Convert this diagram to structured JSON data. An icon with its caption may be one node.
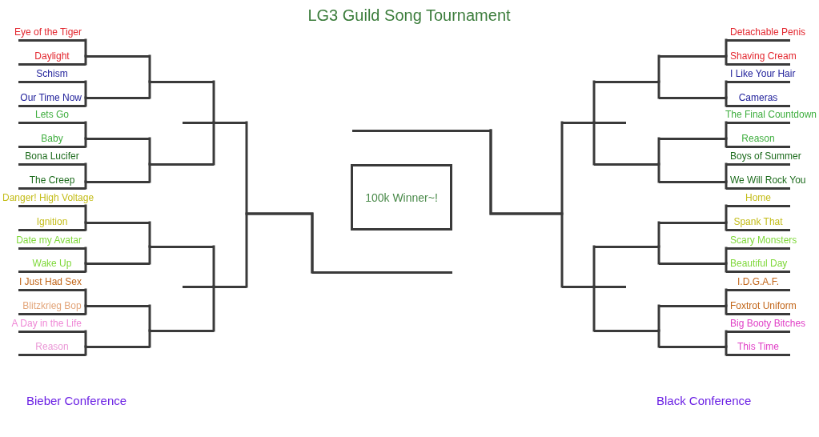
{
  "diagram": {
    "title": "LG3 Guild Song Tournament",
    "nodes": [
      {
        "text": [
          "Eye of the Tiger"
        ]
      },
      {
        "text": [
          "Daylight"
        ]
      },
      {
        "text": [
          "Schism"
        ]
      },
      {
        "text": [
          "Our Time Now"
        ]
      },
      {
        "text": [
          "Lets Go"
        ]
      },
      {
        "text": [
          "Baby"
        ]
      },
      {
        "text": [
          "Bona Lucifer"
        ]
      },
      {
        "text": [
          "The Creep"
        ]
      },
      {
        "text": [
          "Danger! High Voltage"
        ]
      },
      {
        "text": [
          "Ignition"
        ]
      },
      {
        "text": [
          "Date my Avatar"
        ]
      },
      {
        "text": [
          "Wake Up"
        ]
      },
      {
        "text": [
          "I Just Had Sex"
        ]
      },
      {
        "text": [
          "Blitzkrieg Bop"
        ]
      },
      {
        "text": [
          "A Day in the Life"
        ]
      },
      {
        "text": [
          "Reason"
        ]
      },
      {
        "text": [
          "Detachable Penis"
        ]
      },
      {
        "text": [
          "Shaving Cream"
        ]
      },
      {
        "text": [
          "I Like Your Hair"
        ]
      },
      {
        "text": [
          "Cameras"
        ]
      },
      {
        "text": [
          "The Final Countdown"
        ]
      },
      {
        "text": [
          "Reason"
        ]
      },
      {
        "text": [
          "Boys of Summer"
        ]
      },
      {
        "text": [
          "We Will Rock You"
        ]
      },
      {
        "text": [
          "Home"
        ]
      },
      {
        "text": [
          "Spank That"
        ]
      },
      {
        "text": [
          "Scary Monsters"
        ]
      },
      {
        "text": [
          "Beautiful Day"
        ]
      },
      {
        "text": [
          "I.D.G.A.F."
        ]
      },
      {
        "text": [
          "Foxtrot Uniform"
        ]
      },
      {
        "text": [
          "Big Booty Bitches"
        ]
      },
      {
        "text": [
          "This Time"
        ]
      },
      {
        "text": [],
        "shape": "line"
      },
      {
        "text": [],
        "shape": "line"
      },
      {
        "text": [],
        "shape": "line"
      },
      {
        "text": [],
        "shape": "line"
      },
      {
        "text": [],
        "shape": "line"
      },
      {
        "text": [],
        "shape": "line"
      },
      {
        "text": [],
        "shape": "line"
      },
      {
        "text": [],
        "shape": "line"
      },
      {
        "text": [],
        "shape": "line"
      },
      {
        "text": [],
        "shape": "line"
      },
      {
        "text": [],
        "shape": "line"
      },
      {
        "text": [],
        "shape": "line"
      },
      {
        "text": [],
        "shape": "line"
      },
      {
        "text": [],
        "shape": "line"
      },
      {
        "text": [],
        "shape": "line"
      },
      {
        "text": [],
        "shape": "line"
      },
      {
        "text": [],
        "shape": "line"
      },
      {
        "text": [],
        "shape": "line"
      },
      {
        "text": [],
        "shape": "line"
      },
      {
        "text": [],
        "shape": "line"
      },
      {
        "text": [],
        "shape": "line"
      },
      {
        "text": [],
        "shape": "line"
      },
      {
        "text": [],
        "shape": "line"
      },
      {
        "text": [],
        "shape": "line"
      },
      {
        "text": [],
        "shape": "line"
      },
      {
        "text": [],
        "shape": "line"
      },
      {
        "text": [],
        "shape": "line"
      },
      {
        "text": [],
        "shape": "line"
      },
      {
        "text": [],
        "shape": "line"
      },
      {
        "text": [],
        "shape": "line"
      },
      {
        "text": [
          "100k Winner~!"
        ]
      }
    ],
    "edges": [
      {
        "from": 0,
        "to": 32,
        "arrow": "none"
      },
      {
        "from": 1,
        "to": 32,
        "arrow": "none"
      },
      {
        "from": 2,
        "to": 33,
        "arrow": "none"
      },
      {
        "from": 3,
        "to": 33,
        "arrow": "none"
      },
      {
        "from": 4,
        "to": 34,
        "arrow": "none"
      },
      {
        "from": 5,
        "to": 34,
        "arrow": "none"
      },
      {
        "from": 6,
        "to": 35,
        "arrow": "none"
      },
      {
        "from": 7,
        "to": 35,
        "arrow": "none"
      },
      {
        "from": 8,
        "to": 36,
        "arrow": "none"
      },
      {
        "from": 9,
        "to": 36,
        "arrow": "none"
      },
      {
        "from": 10,
        "to": 37,
        "arrow": "none"
      },
      {
        "from": 11,
        "to": 37,
        "arrow": "none"
      },
      {
        "from": 12,
        "to": 38,
        "arrow": "none"
      },
      {
        "from": 13,
        "to": 38,
        "arrow": "none"
      },
      {
        "from": 14,
        "to": 39,
        "arrow": "none"
      },
      {
        "from": 15,
        "to": 39,
        "arrow": "none"
      },
      {
        "from": 32,
        "to": 40,
        "arrow": "none"
      },
      {
        "from": 33,
        "to": 40,
        "arrow": "none"
      },
      {
        "from": 34,
        "to": 41,
        "arrow": "none"
      },
      {
        "from": 35,
        "to": 41,
        "arrow": "none"
      },
      {
        "from": 36,
        "to": 42,
        "arrow": "none"
      },
      {
        "from": 37,
        "to": 42,
        "arrow": "none"
      },
      {
        "from": 38,
        "to": 43,
        "arrow": "none"
      },
      {
        "from": 39,
        "to": 43,
        "arrow": "none"
      },
      {
        "from": 40,
        "to": 44,
        "arrow": "none"
      },
      {
        "from": 41,
        "to": 44,
        "arrow": "none"
      },
      {
        "from": 42,
        "to": 45,
        "arrow": "none"
      },
      {
        "from": 43,
        "to": 45,
        "arrow": "none"
      },
      {
        "from": 44,
        "to": 46,
        "arrow": "none"
      },
      {
        "from": 45,
        "to": 46,
        "arrow": "none"
      },
      {
        "from": 16,
        "to": 47,
        "arrow": "none"
      },
      {
        "from": 17,
        "to": 47,
        "arrow": "none"
      },
      {
        "from": 18,
        "to": 48,
        "arrow": "none"
      },
      {
        "from": 19,
        "to": 48,
        "arrow": "none"
      },
      {
        "from": 20,
        "to": 49,
        "arrow": "none"
      },
      {
        "from": 21,
        "to": 49,
        "arrow": "none"
      },
      {
        "from": 22,
        "to": 50,
        "arrow": "none"
      },
      {
        "from": 23,
        "to": 50,
        "arrow": "none"
      },
      {
        "from": 24,
        "to": 51,
        "arrow": "none"
      },
      {
        "from": 25,
        "to": 51,
        "arrow": "none"
      },
      {
        "from": 26,
        "to": 52,
        "arrow": "none"
      },
      {
        "from": 27,
        "to": 52,
        "arrow": "none"
      },
      {
        "from": 28,
        "to": 53,
        "arrow": "none"
      },
      {
        "from": 29,
        "to": 53,
        "arrow": "none"
      },
      {
        "from": 30,
        "to": 54,
        "arrow": "none"
      },
      {
        "from": 31,
        "to": 54,
        "arrow": "none"
      },
      {
        "from": 47,
        "to": 55,
        "arrow": "none"
      },
      {
        "from": 48,
        "to": 55,
        "arrow": "none"
      },
      {
        "from": 49,
        "to": 56,
        "arrow": "none"
      },
      {
        "from": 50,
        "to": 56,
        "arrow": "none"
      },
      {
        "from": 51,
        "to": 57,
        "arrow": "none"
      },
      {
        "from": 52,
        "to": 57,
        "arrow": "none"
      },
      {
        "from": 53,
        "to": 58,
        "arrow": "none"
      },
      {
        "from": 54,
        "to": 58,
        "arrow": "none"
      },
      {
        "from": 55,
        "to": 59,
        "arrow": "none"
      },
      {
        "from": 56,
        "to": 59,
        "arrow": "none"
      },
      {
        "from": 57,
        "to": 60,
        "arrow": "none"
      },
      {
        "from": 58,
        "to": 60,
        "arrow": "none"
      },
      {
        "from": 59,
        "to": 61,
        "arrow": "none"
      },
      {
        "from": 60,
        "to": 61,
        "arrow": "none"
      }
    ],
    "labels": [
      "Bieber Conference",
      "Black Conference"
    ]
  }
}
